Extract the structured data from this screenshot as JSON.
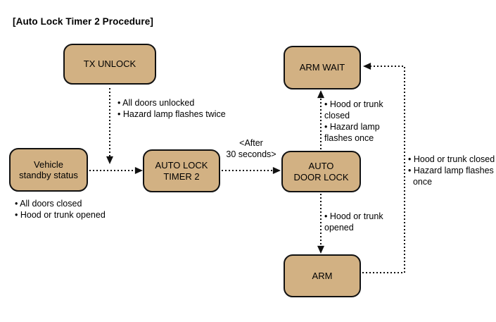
{
  "diagram": {
    "title": "[Auto Lock Timer 2 Procedure]",
    "box_fill_color": "#d2b183",
    "line_color": "#111111",
    "nodes": {
      "tx_unlock": "TX UNLOCK",
      "arm_wait": "ARM WAIT",
      "vehicle_standby": "Vehicle\nstandby status",
      "auto_lock_timer_2": "AUTO LOCK\nTIMER 2",
      "auto_door_lock": "AUTO\nDOOR LOCK",
      "arm": "ARM"
    },
    "annotations": {
      "tx_unlock_result": "• All doors unlocked\n• Hazard lamp flashes twice",
      "standby_conditions": "• All doors closed\n• Hood or trunk opened",
      "timer_delay": "<After\n30 seconds>",
      "door_lock_to_arm_wait": "• Hood or trunk\nclosed\n• Hazard lamp\nflashes once",
      "door_lock_to_arm": "• Hood or trunk\nopened",
      "arm_to_arm_wait": "• Hood or trunk closed\n• Hazard lamp flashes\n  once"
    }
  }
}
